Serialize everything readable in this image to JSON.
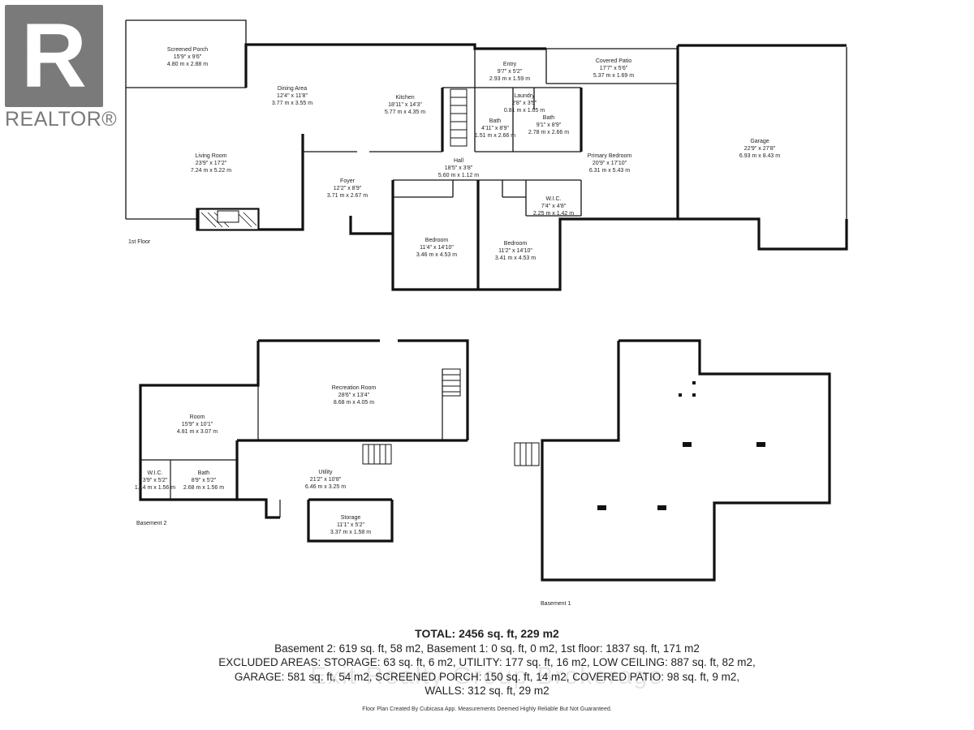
{
  "logo": {
    "mark": "R",
    "word": "REALTOR®"
  },
  "floors": {
    "first": "1st Floor",
    "basement2": "Basement 2",
    "basement1": "Basement 1"
  },
  "rooms": {
    "screened_porch": {
      "name": "Screened Porch",
      "imperial": "15'9\" x 9'6\"",
      "metric": "4.80 m x 2.88 m"
    },
    "dining_area": {
      "name": "Dining Area",
      "imperial": "12'4\" x 11'8\"",
      "metric": "3.77 m x 3.55 m"
    },
    "kitchen": {
      "name": "Kitchen",
      "imperial": "18'11\" x 14'3\"",
      "metric": "5.77 m x 4.35 m"
    },
    "entry": {
      "name": "Entry",
      "imperial": "9'7\" x 5'2\"",
      "metric": "2.93 m x 1.59 m"
    },
    "covered_patio": {
      "name": "Covered Patio",
      "imperial": "17'7\" x 5'6\"",
      "metric": "5.37 m x 1.69 m"
    },
    "laundry": {
      "name": "Laundry",
      "imperial": "2'8\" x 3'5\"",
      "metric": "0.81 m x 1.05 m"
    },
    "bath1": {
      "name": "Bath",
      "imperial": "4'11\" x 8'9\"",
      "metric": "1.51 m x 2.66 m"
    },
    "bath2": {
      "name": "Bath",
      "imperial": "9'1\" x 8'9\"",
      "metric": "2.78 m x 2.66 m"
    },
    "garage": {
      "name": "Garage",
      "imperial": "22'9\" x 27'8\"",
      "metric": "6.93 m x 8.43 m"
    },
    "living_room": {
      "name": "Living Room",
      "imperial": "23'9\" x 17'2\"",
      "metric": "7.24 m x 5.22 m"
    },
    "hall": {
      "name": "Hall",
      "imperial": "18'5\" x 3'8\"",
      "metric": "5.60 m x 1.12 m"
    },
    "primary_bedroom": {
      "name": "Primary Bedroom",
      "imperial": "20'9\" x 17'10\"",
      "metric": "6.31 m x 5.43 m"
    },
    "foyer": {
      "name": "Foyer",
      "imperial": "12'2\" x 8'9\"",
      "metric": "3.71 m x 2.67 m"
    },
    "wic1": {
      "name": "W.I.C.",
      "imperial": "7'4\" x 4'8\"",
      "metric": "2.25 m x 1.42 m"
    },
    "bedroom1": {
      "name": "Bedroom",
      "imperial": "11'4\" x 14'10\"",
      "metric": "3.46 m x 4.53 m"
    },
    "bedroom2": {
      "name": "Bedroom",
      "imperial": "11'2\" x 14'10\"",
      "metric": "3.41 m x 4.53 m"
    },
    "recreation_room": {
      "name": "Recreation Room",
      "imperial": "28'6\" x 13'4\"",
      "metric": "8.68 m x 4.05 m"
    },
    "room": {
      "name": "Room",
      "imperial": "15'9\" x 10'1\"",
      "metric": "4.81 m x 3.07 m"
    },
    "wic2": {
      "name": "W.I.C.",
      "imperial": "3'9\" x 5'2\"",
      "metric": "1.14 m x 1.56 m"
    },
    "bath3": {
      "name": "Bath",
      "imperial": "8'9\" x 5'2\"",
      "metric": "2.68 m x 1.56 m"
    },
    "utility": {
      "name": "Utility",
      "imperial": "21'2\" x 10'8\"",
      "metric": "6.46 m x 3.25 m"
    },
    "storage": {
      "name": "Storage",
      "imperial": "11'1\" x 5'2\"",
      "metric": "3.37 m x 1.58 m"
    }
  },
  "totals": {
    "title": "TOTAL: 2456 sq. ft, 229 m2",
    "line1": "Basement 2: 619 sq. ft, 58 m2, Basement 1: 0 sq. ft, 0 m2, 1st floor: 1837 sq. ft, 171 m2",
    "line2": "EXCLUDED AREAS: STORAGE: 63 sq. ft, 6 m2, UTILITY: 177 sq. ft, 16 m2, LOW CEILING: 887 sq. ft, 82 m2,",
    "line3": "GARAGE: 581 sq. ft, 54 m2, SCREENED PORCH: 150 sq. ft, 14 m2, COVERED PATIO: 98 sq. ft, 9 m2,",
    "line4": "WALLS: 312 sq. ft, 29 m2"
  },
  "watermark": "Exit Realty Group Brokerage",
  "credit": "Floor Plan Created By Cubicasa App. Measurements Deemed Highly Reliable But Not Guaranteed."
}
